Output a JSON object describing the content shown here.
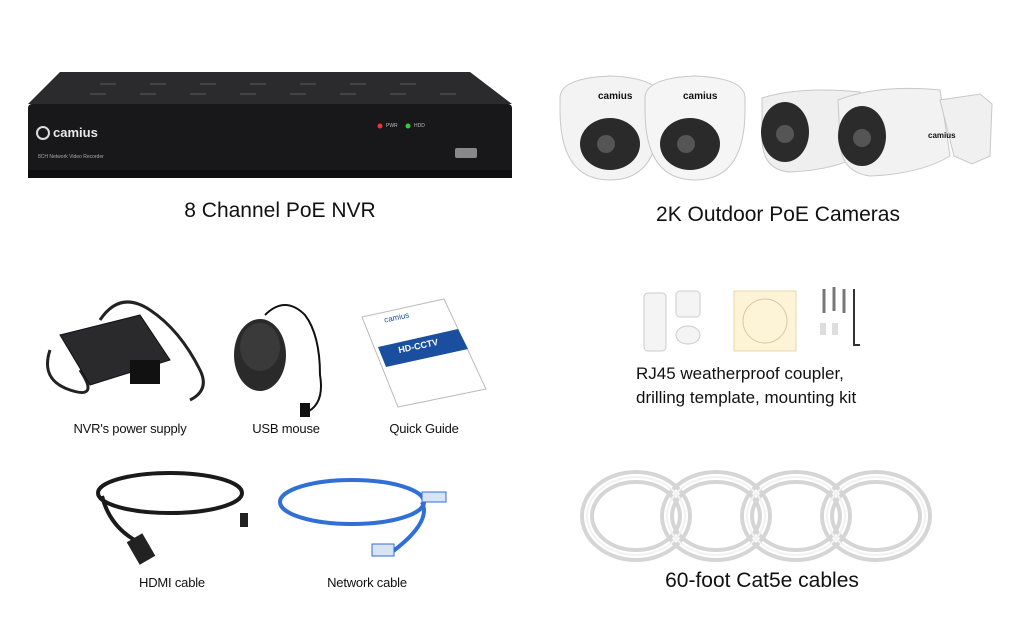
{
  "brand": "camius",
  "nvr": {
    "label": "8 Channel PoE NVR",
    "front_text": "8CH Network Video Recorder",
    "led_pwr": "PWR",
    "led_hdd": "HDD"
  },
  "cameras": {
    "label": "2K Outdoor PoE Cameras"
  },
  "power_supply": {
    "label": "NVR's power supply"
  },
  "mouse": {
    "label": "USB mouse"
  },
  "guide": {
    "label": "Quick Guide",
    "cover_text": "HD-CCTV"
  },
  "accessories": {
    "label_line1": "RJ45 weatherproof coupler,",
    "label_line2": "drilling template, mounting kit"
  },
  "hdmi": {
    "label": "HDMI cable"
  },
  "network": {
    "label": "Network cable"
  },
  "cat5e": {
    "label": "60-foot Cat5e cables"
  },
  "colors": {
    "nvr_body": "#1c1c1e",
    "camera_white": "#f2f2f2",
    "network_blue": "#2f6fd6",
    "led_red": "#e33",
    "led_green": "#3c3"
  }
}
